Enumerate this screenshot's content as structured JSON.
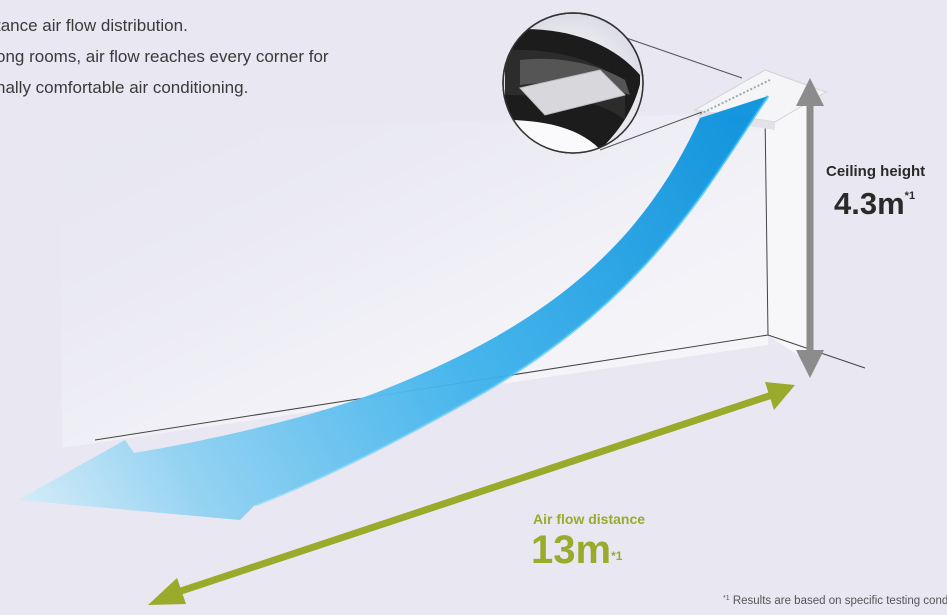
{
  "intro": {
    "line1": "tance air flow distribution.",
    "line2": "ong rooms, air flow reaches every corner for",
    "line3": "nally comfortable air conditioning."
  },
  "ceiling": {
    "label": "Ceiling height",
    "value": "4.3m",
    "note_mark": "*1"
  },
  "airflow": {
    "label": "Air flow distance",
    "value": "13m",
    "note_mark": "*1"
  },
  "footnote": {
    "mark": "*1",
    "text": " Results are based on specific testing conditions."
  },
  "colors": {
    "background": "#e8e7f2",
    "airflow_blue": "#1ea4e6",
    "distance_arrow": "#9aaa2b",
    "height_arrow": "#8c8c8c"
  },
  "icons": {
    "zoom_circle": "air-outlet-closeup",
    "unit": "ceiling-cassette-unit"
  }
}
